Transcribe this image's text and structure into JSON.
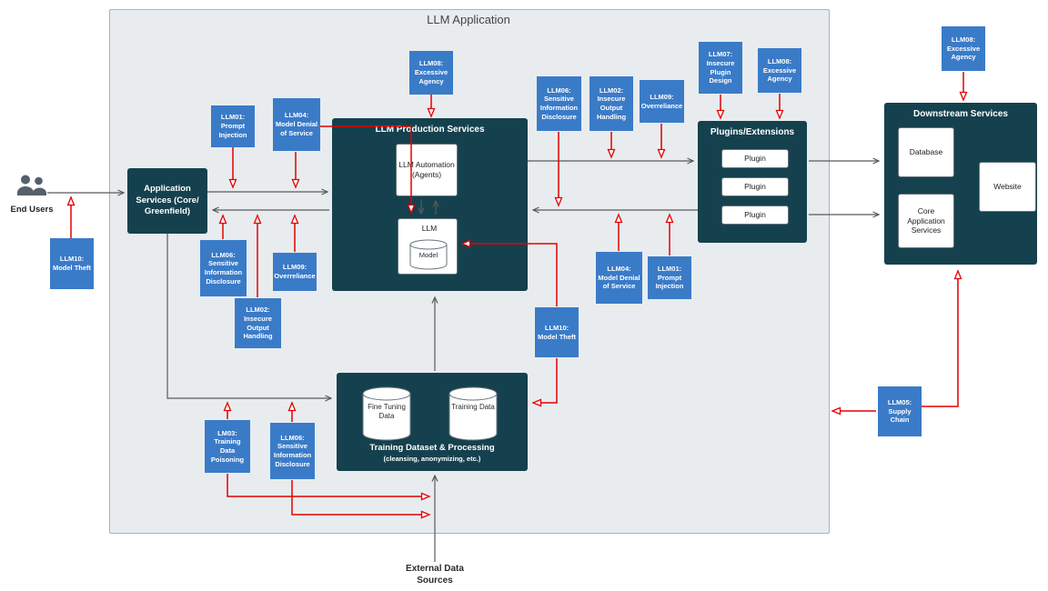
{
  "colors": {
    "threat_blue": "#3a7bc8",
    "node_teal": "#15414e",
    "arrow_red": "#e60000",
    "arrow_gray": "#595959",
    "container_bg": "#e8ecef"
  },
  "diagram": {
    "title": "LLM Application",
    "end_users": "End Users",
    "external_sources": "External Data Sources"
  },
  "nodes": {
    "app_services": "Application Services (Core/ Greenfield)",
    "llm_production": "LLM Production Services",
    "llm_automation": "LLM Automation (Agents)",
    "llm": "LLM",
    "model": "Model",
    "plugins_title": "Plugins/Extensions",
    "plugin1": "Plugin",
    "plugin2": "Plugin",
    "plugin3": "Plugin",
    "downstream_title": "Downstream Services",
    "database": "Database",
    "website": "Website",
    "core_application": "Core Application Services",
    "training_title": "Training Dataset & Processing",
    "training_subtitle": "(cleansing, anonymizing, etc.)",
    "fine_tuning_data": "Fine Tuning Data",
    "training_data": "Training Data"
  },
  "threats": [
    {
      "label": "LLM10: Model Theft"
    },
    {
      "label": "LLM01: Prompt Injection"
    },
    {
      "label": "LLM04: Model Denial of Service"
    },
    {
      "label": "LLM08: Excessive Agency"
    },
    {
      "label": "LLM06: Sensitive Information Disclosure"
    },
    {
      "label": "LLM02: Insecure Output Handling"
    },
    {
      "label": "LLM09: Overreliance"
    },
    {
      "label": "LLM07: Insecure Plugin Design"
    },
    {
      "label": "LLM08: Excessive Agency"
    },
    {
      "label": "LLM08: Excessive Agency"
    },
    {
      "label": "LLM06: Sensitive Information Disclosure"
    },
    {
      "label": "LLM09: Overreliance"
    },
    {
      "label": "LLM02: Insecure Output Handling"
    },
    {
      "label": "LLM04: Model Denial of Service"
    },
    {
      "label": "LLM01: Prompt Injection"
    },
    {
      "label": "LLM10: Model Theft"
    },
    {
      "label": "LM03: Training Data Poisoning"
    },
    {
      "label": "LLM06: Sensitive Information Disclosure"
    },
    {
      "label": "LLM05: Supply Chain"
    }
  ]
}
